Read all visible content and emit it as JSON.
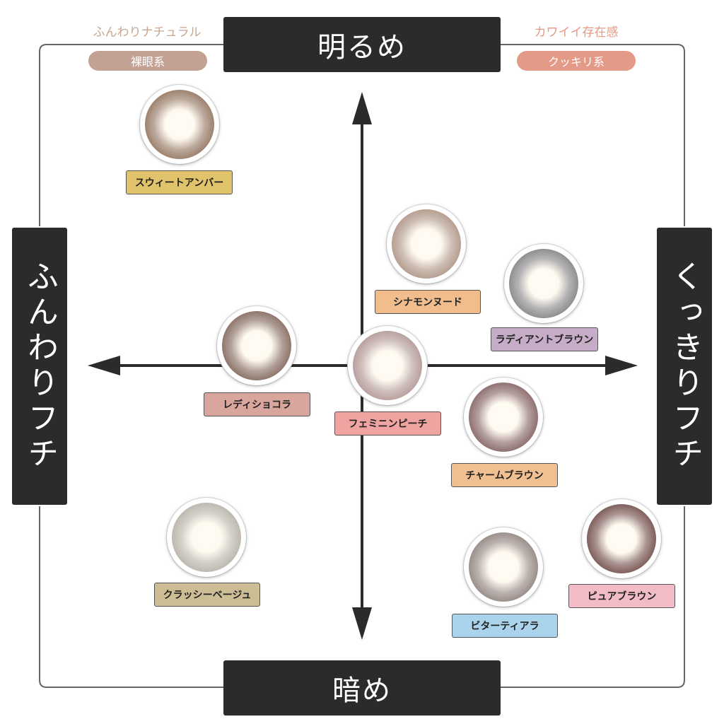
{
  "axes": {
    "top": "明るめ",
    "bottom": "暗め",
    "left": "ふんわりフチ",
    "right": "くっきりフチ"
  },
  "corners": {
    "top_left": {
      "caption": "ふんわりナチュラル",
      "pill": "裸眼系",
      "color": "#c3a293"
    },
    "top_right": {
      "caption": "カワイイ存在感",
      "pill": "クッキリ系",
      "color": "#e39a86"
    }
  },
  "lenses": [
    {
      "name": "スウィートアンバー",
      "tag_color": "#e0c36a",
      "lens_color": "#9b7f6b"
    },
    {
      "name": "シナモンヌード",
      "tag_color": "#f1bd8d",
      "lens_color": "#b49d8e"
    },
    {
      "name": "ラディアントブラウン",
      "tag_color": "#c5adc8",
      "lens_color": "#8e8c8f"
    },
    {
      "name": "レディショコラ",
      "tag_color": "#d9a69d",
      "lens_color": "#8c7368"
    },
    {
      "name": "フェミニンピーチ",
      "tag_color": "#f0a4a2",
      "lens_color": "#b79f9d"
    },
    {
      "name": "チャームブラウン",
      "tag_color": "#f1c092",
      "lens_color": "#8d6e6e"
    },
    {
      "name": "クラッシーベージュ",
      "tag_color": "#cdbd95",
      "lens_color": "#bdb8ae"
    },
    {
      "name": "ビターティアラ",
      "tag_color": "#a9d4ec",
      "lens_color": "#9a8d89"
    },
    {
      "name": "ピュアブラウン",
      "tag_color": "#f1bcc6",
      "lens_color": "#7d5c58"
    }
  ]
}
